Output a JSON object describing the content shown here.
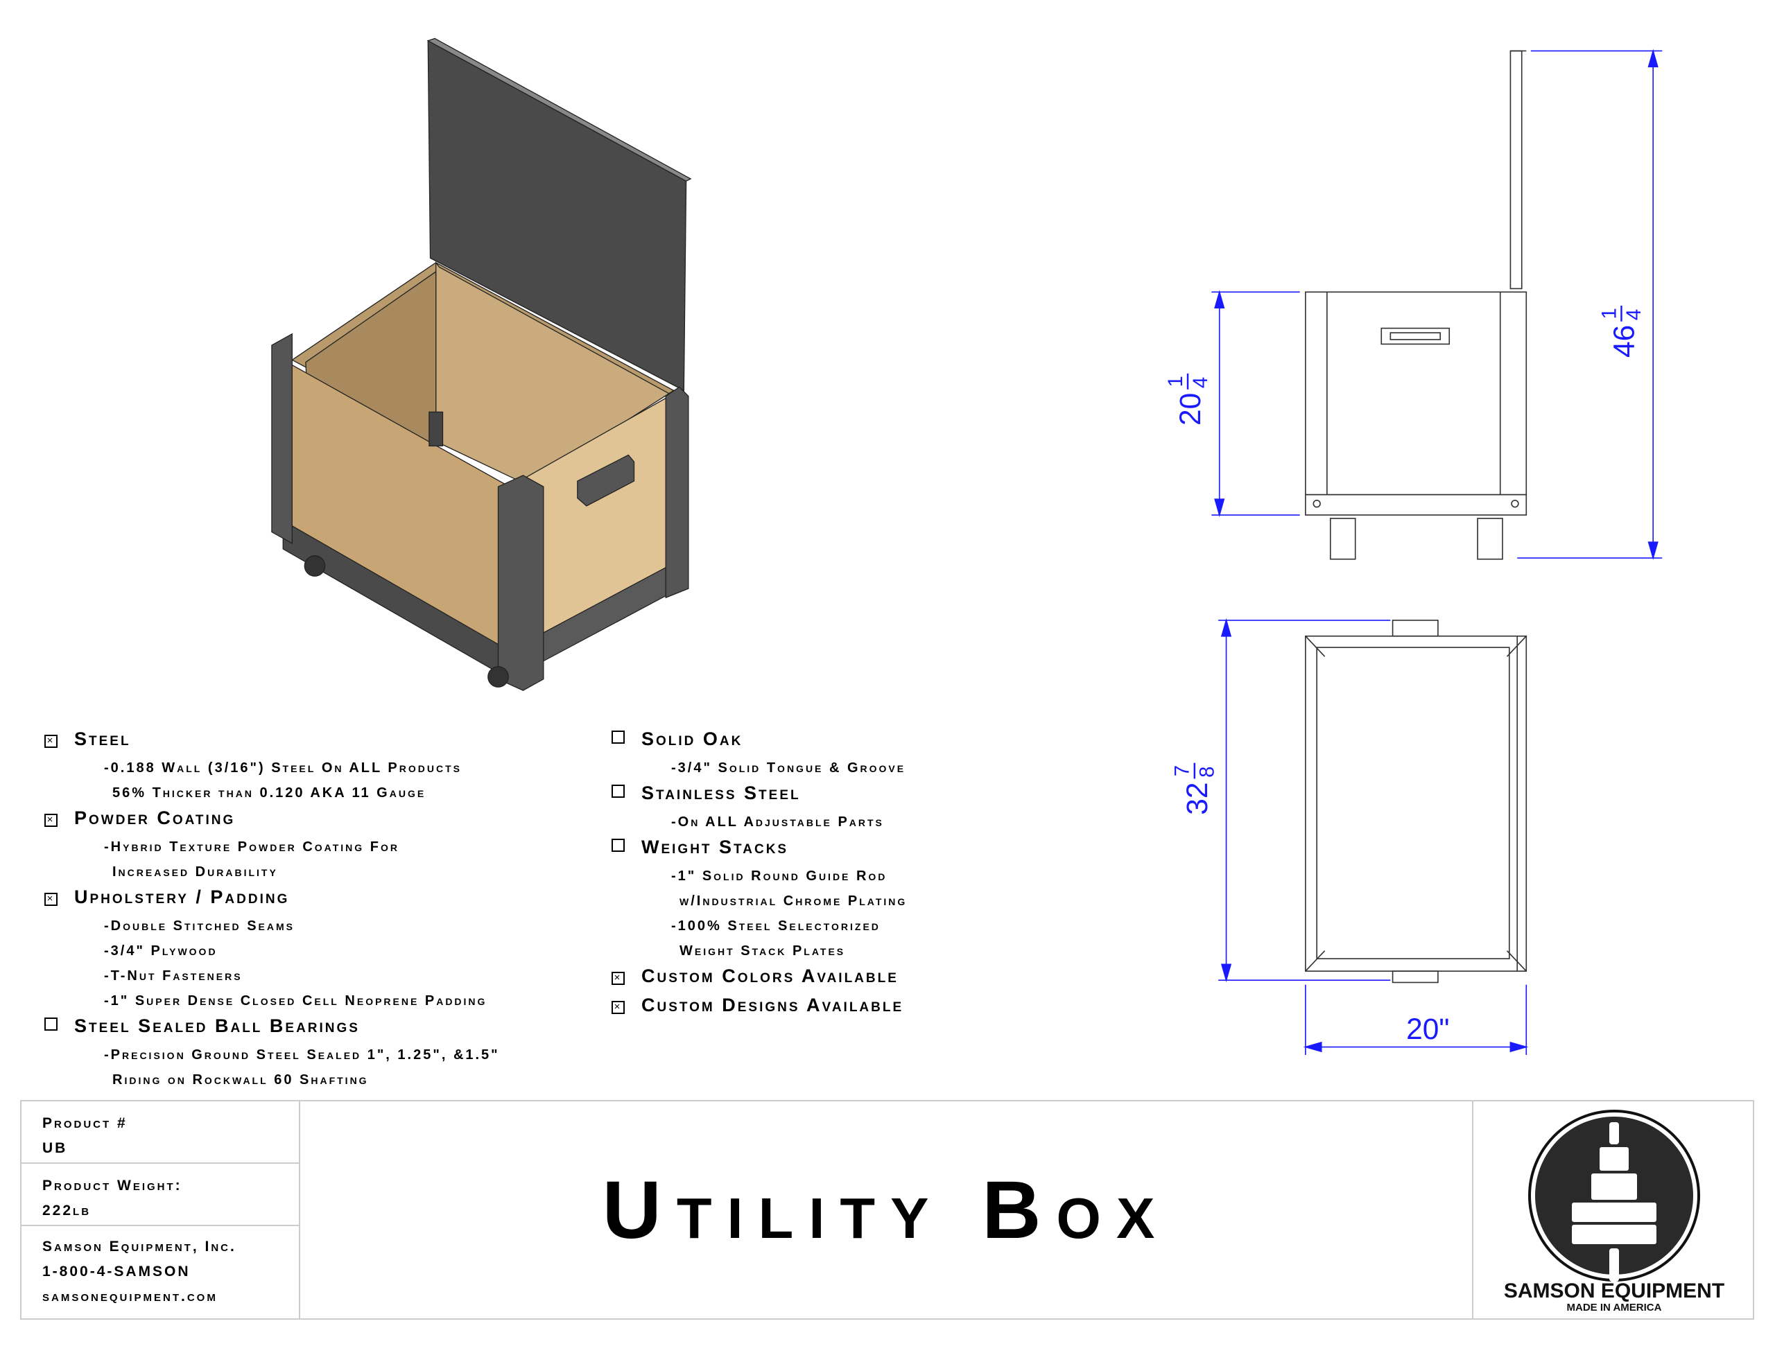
{
  "dimensions": {
    "height_closed": {
      "whole": "20",
      "num": "1",
      "den": "4"
    },
    "height_open": {
      "whole": "46",
      "num": "1",
      "den": "4"
    },
    "depth": {
      "whole": "32",
      "num": "7",
      "den": "8"
    },
    "width": "20\""
  },
  "features_left": [
    {
      "checked": true,
      "title": "Steel",
      "lines": [
        "-0.188 Wall (3/16\") Steel On ALL Products",
        "56% Thicker than 0.120 AKA 11 Gauge"
      ]
    },
    {
      "checked": true,
      "title": "Powder Coating",
      "lines": [
        "-Hybrid Texture Powder Coating For",
        "Increased Durability"
      ]
    },
    {
      "checked": true,
      "title": "Upholstery / Padding",
      "lines": [
        "-Double Stitched Seams",
        "-3/4\" Plywood",
        "-T-Nut Fasteners",
        "-1\" Super Dense Closed Cell Neoprene Padding"
      ]
    },
    {
      "checked": false,
      "title": "Steel Sealed Ball Bearings",
      "lines": [
        "-Precision Ground Steel Sealed 1\", 1.25\", &1.5\"",
        "Riding on Rockwall 60 Shafting"
      ]
    }
  ],
  "features_right": [
    {
      "checked": false,
      "title": "Solid Oak",
      "lines": [
        "-3/4\" Solid Tongue & Groove"
      ]
    },
    {
      "checked": false,
      "title": "Stainless Steel",
      "lines": [
        "-On ALL Adjustable Parts"
      ]
    },
    {
      "checked": false,
      "title": "Weight Stacks",
      "lines": [
        "-1\" Solid Round Guide Rod",
        "w/Industrial Chrome Plating",
        "-100% Steel Selectorized",
        "Weight Stack Plates"
      ]
    },
    {
      "checked": true,
      "title": "Custom Colors Available",
      "lines": []
    },
    {
      "checked": true,
      "title": "Custom Designs Available",
      "lines": []
    }
  ],
  "title_block": {
    "product_label": "Product #",
    "product_value": "UB",
    "weight_label": "Product Weight:",
    "weight_value": "222lb",
    "company": "Samson Equipment, Inc.",
    "phone": "1-800-4-SAMSON",
    "website": "samsonequipment.com",
    "title": "Utility Box",
    "logo_name": "SAMSON EQUIPMENT",
    "logo_tagline": "MADE IN AMERICA"
  },
  "colors": {
    "dimension": "#1a1aff",
    "steel": "#4d4d4d",
    "wood": "#d8b98a"
  }
}
